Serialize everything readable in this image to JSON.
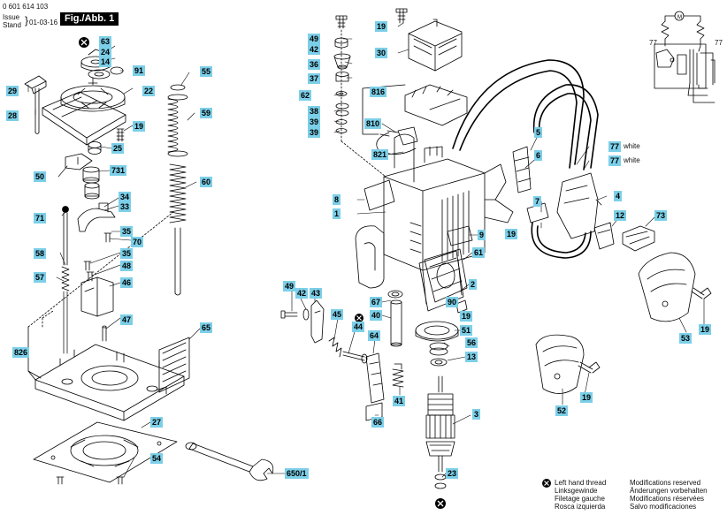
{
  "header": {
    "part_number": "0 601 614 103",
    "issue_label": "Issue",
    "stand_label": "Stand",
    "issue_date": "01-03-16",
    "figure_title": "Fig./Abb. 1"
  },
  "parts": {
    "p63": "63",
    "p24": "24",
    "p14": "14",
    "p91": "91",
    "p29": "29",
    "p22": "22",
    "p28": "28",
    "p19a": "19",
    "p25": "25",
    "p50": "50",
    "p731": "731",
    "p34": "34",
    "p33": "33",
    "p71": "71",
    "p35a": "35",
    "p70": "70",
    "p58": "58",
    "p35b": "35",
    "p48": "48",
    "p57": "57",
    "p46": "46",
    "p47": "47",
    "p826": "826",
    "p55": "55",
    "p59": "59",
    "p60": "60",
    "p65": "65",
    "p27": "27",
    "p54": "54",
    "p650_1": "650/1",
    "p19top": "19",
    "p30": "30",
    "p49a": "49",
    "p42a": "42",
    "p36": "36",
    "p37": "37",
    "p62": "62",
    "p38": "38",
    "p39a": "39",
    "p39b": "39",
    "p816": "816",
    "p810": "810",
    "p821": "821",
    "p8a": "8",
    "p1": "1",
    "p5": "5",
    "p6": "6",
    "p4": "4",
    "p7": "7",
    "p19b": "19",
    "p12": "12",
    "p73": "73",
    "p9": "9",
    "p61": "61",
    "p2": "2",
    "p67": "67",
    "p40": "40",
    "p90": "90",
    "p19c": "19",
    "p51": "51",
    "p56": "56",
    "p13": "13",
    "p49b": "49",
    "p42b": "42",
    "p43": "43",
    "p45": "45",
    "p44": "44",
    "p64": "64",
    "p41": "41",
    "p66": "66",
    "p3": "3",
    "p23": "23",
    "p53": "53",
    "p19d": "19",
    "p52": "52",
    "p19e": "19",
    "p77a": "77",
    "p77b": "77",
    "p77w1": "77",
    "p77w2": "77"
  },
  "wires": {
    "white1": "white",
    "white2": "white"
  },
  "markers": {
    "x": "X"
  },
  "legend": {
    "col1": [
      "Left hand thread",
      "Linksgewinde",
      "Filetage gauche",
      "Rosca izquierda"
    ],
    "col2": [
      "Modifications reserved",
      "Änderungen vorbehalten",
      "Modifications réservées",
      "Salvo modificaciones"
    ]
  },
  "colors": {
    "callout": "#7ccfe8",
    "line": "#000000",
    "background": "#ffffff"
  },
  "icons": [
    "left-thread-marker-icon",
    "motor-symbol-icon"
  ]
}
